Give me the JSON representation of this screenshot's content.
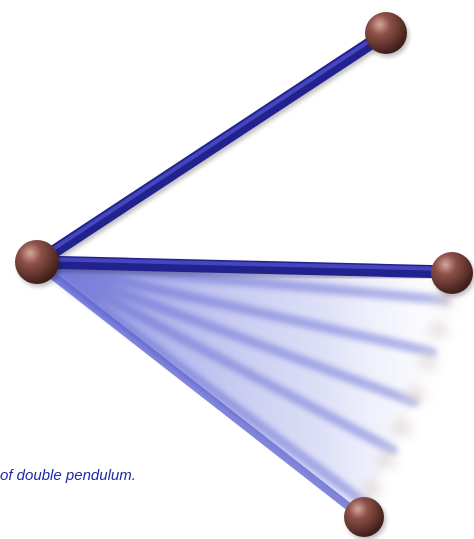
{
  "caption": "of double pendulum.",
  "colors": {
    "rod": "#23239a",
    "rod_highlight": "#5656d8",
    "bob": "#6b3a32",
    "bob_highlight": "#c89a92",
    "motion_blur": "#8f94dd",
    "caption_text": "#1e2aa8"
  },
  "elements": {
    "pivot": "pivot bob",
    "upper_arm": "rod to upper bob",
    "horizontal_arm": "rod to right bob",
    "lower_arm_trail": "motion-blurred rod sweep",
    "bobs": [
      "top-right bob",
      "right bob",
      "bottom bob"
    ]
  }
}
